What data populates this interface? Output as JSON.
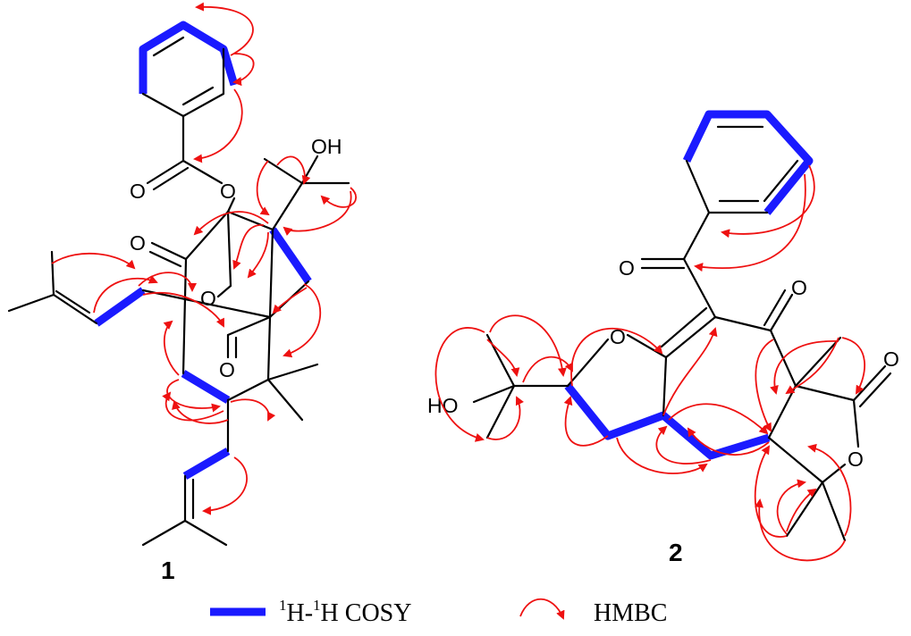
{
  "colors": {
    "bond": "#000000",
    "cosy": "#1a1aff",
    "hmbc": "#ee1111"
  },
  "compounds": [
    {
      "label": "1"
    },
    {
      "label": "2"
    }
  ],
  "atoms": {
    "o": "O",
    "oh": "OH",
    "ho": "HO"
  },
  "legend": {
    "cosy": {
      "sup1": "1",
      "h1": "H-",
      "sup2": "1",
      "h2": "H COSY"
    },
    "hmbc": {
      "label": "HMBC"
    }
  }
}
